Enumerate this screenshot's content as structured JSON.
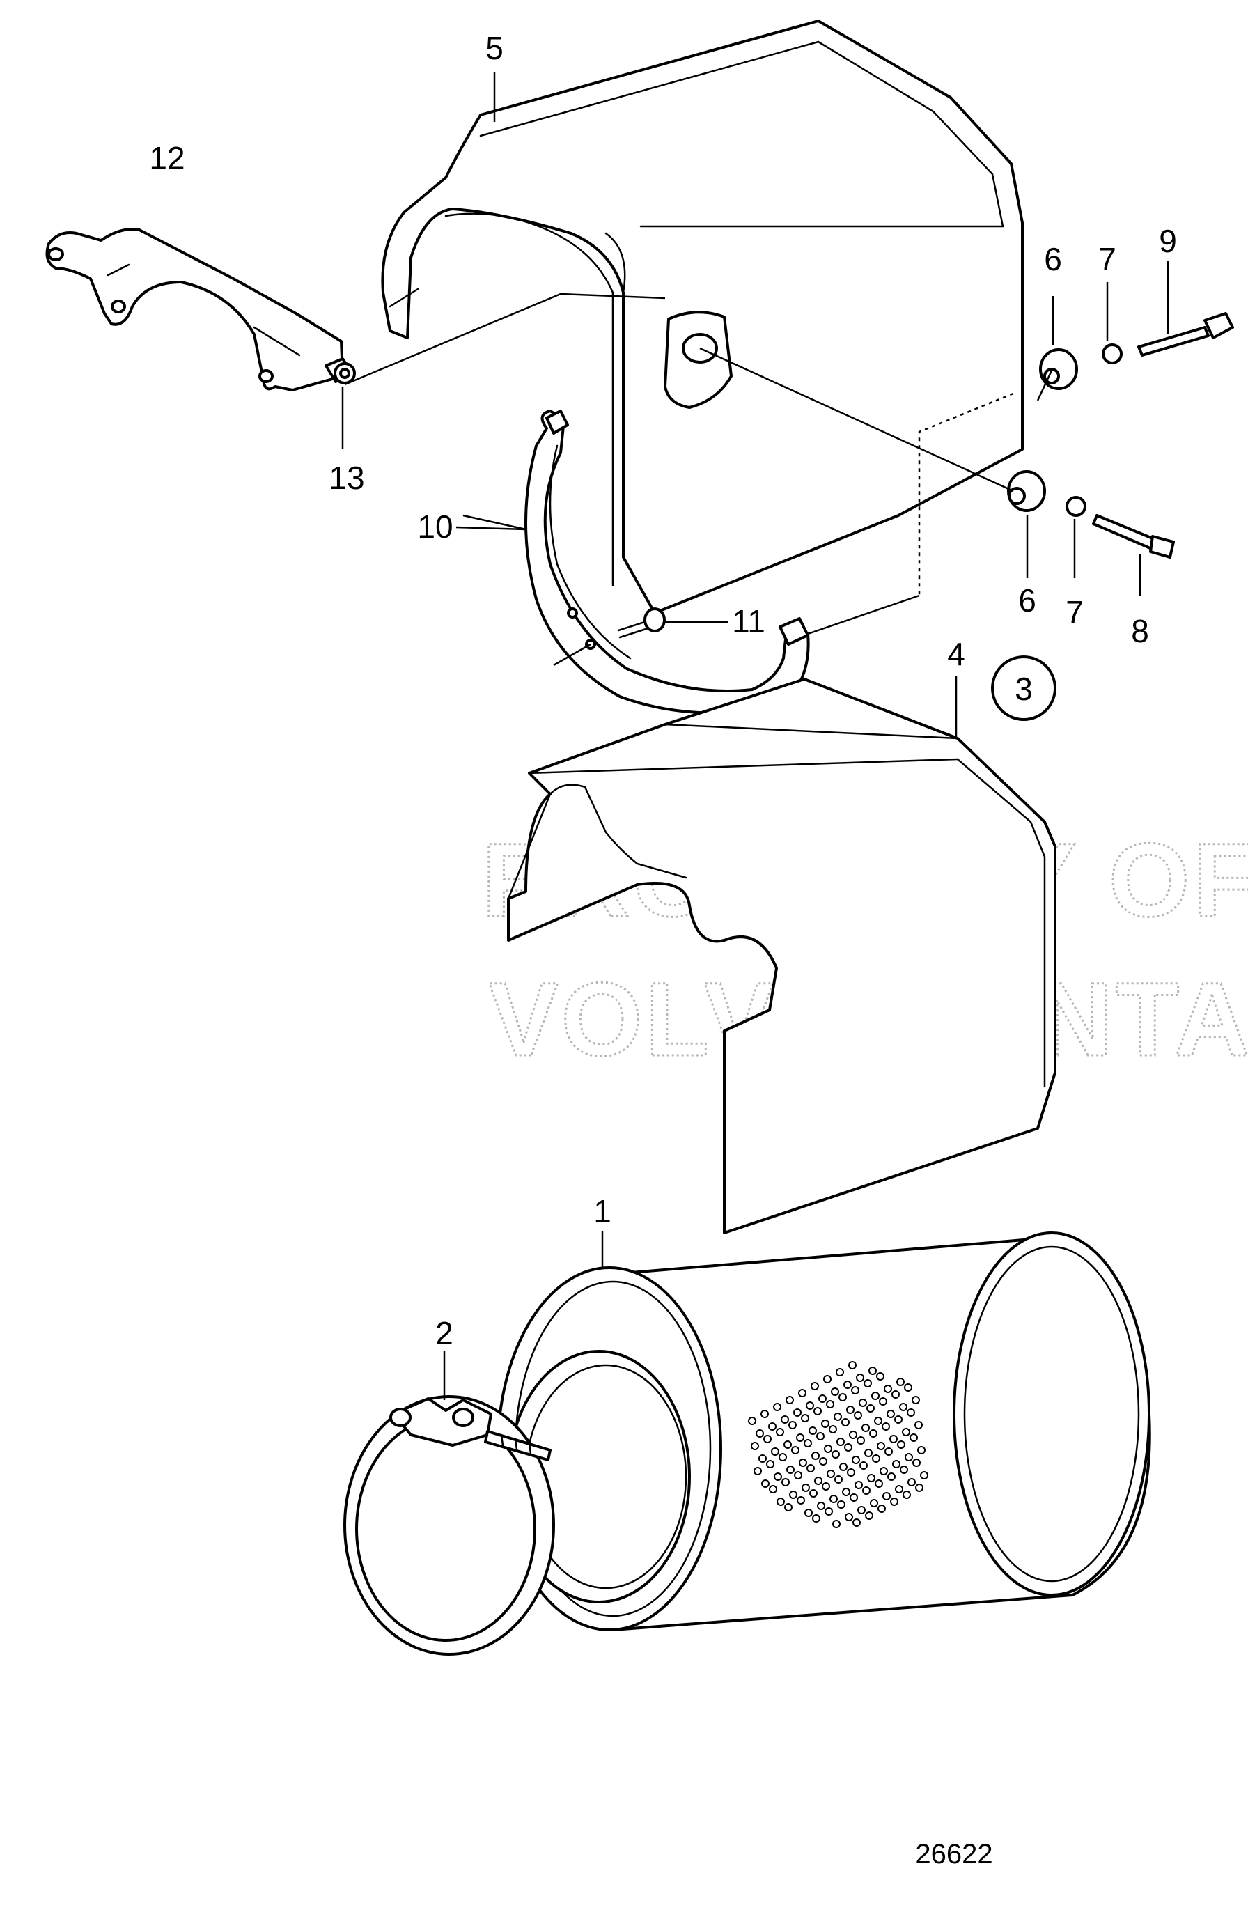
{
  "diagram": {
    "drawing_number": "26622",
    "watermark": {
      "line1": "PROPERTY OF",
      "line2": "VOLVO PENTA"
    },
    "circled_reference": "3",
    "callouts": {
      "p1": "1",
      "p2": "2",
      "p4": "4",
      "p5": "5",
      "p6a": "6",
      "p6b": "6",
      "p7a": "7",
      "p7b": "7",
      "p8": "8",
      "p9": "9",
      "p10": "10",
      "p11": "11",
      "p12": "12",
      "p13": "13"
    }
  }
}
